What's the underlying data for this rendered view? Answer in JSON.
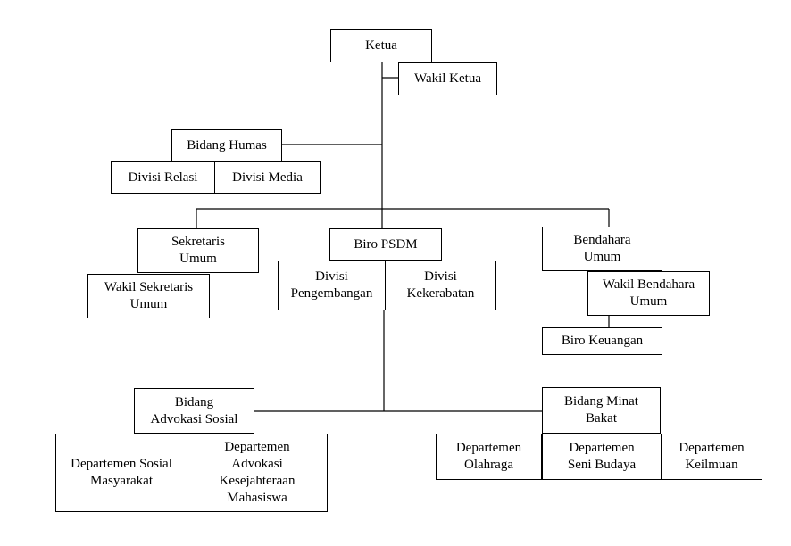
{
  "org_chart": {
    "ketua": [
      "Ketua"
    ],
    "wakil_ketua": [
      "Wakil Ketua"
    ],
    "bidang_humas": [
      "Bidang Humas"
    ],
    "divisi_relasi": [
      "Divisi Relasi"
    ],
    "divisi_media": [
      "Divisi Media"
    ],
    "sekretaris_umum": [
      "Sekretaris",
      "Umum"
    ],
    "wakil_sekretaris_umum": [
      "Wakil Sekretaris",
      "Umum"
    ],
    "biro_psdm": [
      "Biro PSDM"
    ],
    "divisi_pengembangan": [
      "Divisi",
      "Pengembangan"
    ],
    "divisi_kekerabatan": [
      "Divisi",
      "Kekerabatan"
    ],
    "bendahara_umum": [
      "Bendahara",
      "Umum"
    ],
    "wakil_bendahara_umum": [
      "Wakil Bendahara",
      "Umum"
    ],
    "biro_keuangan": [
      "Biro Keuangan"
    ],
    "bidang_advokasi_sosial": [
      "Bidang",
      "Advokasi Sosial"
    ],
    "departemen_sosial_masyarakat": [
      "Departemen Sosial",
      "Masyarakat"
    ],
    "departemen_advokasi_kesejahteraan": [
      "Departemen",
      "Advokasi",
      "Kesejahteraan",
      "Mahasiswa"
    ],
    "bidang_minat_bakat": [
      "Bidang Minat",
      "Bakat"
    ],
    "departemen_olahraga": [
      "Departemen",
      "Olahraga"
    ],
    "departemen_seni_budaya": [
      "Departemen",
      "Seni Budaya"
    ],
    "departemen_keilmuan": [
      "Departemen",
      "Keilmuan"
    ]
  }
}
